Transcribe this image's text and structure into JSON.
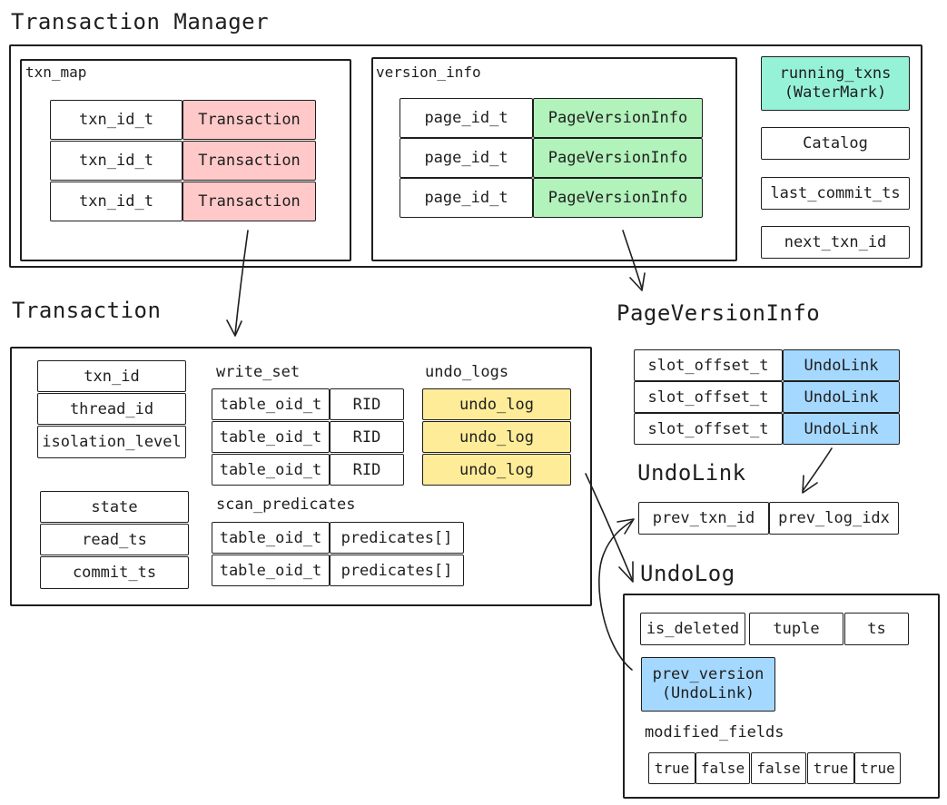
{
  "titles": {
    "transaction_manager": "Transaction Manager",
    "transaction": "Transaction",
    "page_version_info": "PageVersionInfo",
    "undo_link": "UndoLink",
    "undo_log": "UndoLog"
  },
  "txn_map": {
    "label": "txn_map",
    "rows": [
      {
        "key": "txn_id_t",
        "value": "Transaction"
      },
      {
        "key": "txn_id_t",
        "value": "Transaction"
      },
      {
        "key": "txn_id_t",
        "value": "Transaction"
      }
    ]
  },
  "version_info": {
    "label": "version_info",
    "rows": [
      {
        "key": "page_id_t",
        "value": "PageVersionInfo"
      },
      {
        "key": "page_id_t",
        "value": "PageVersionInfo"
      },
      {
        "key": "page_id_t",
        "value": "PageVersionInfo"
      }
    ]
  },
  "manager_fields": {
    "running_txns": "running_txns\n(WaterMark)",
    "catalog": "Catalog",
    "last_commit_ts": "last_commit_ts",
    "next_txn_id": "next_txn_id"
  },
  "transaction": {
    "fields_top": [
      "txn_id",
      "thread_id",
      "isolation_level"
    ],
    "fields_bottom": [
      "state",
      "read_ts",
      "commit_ts"
    ],
    "write_set": {
      "label": "write_set",
      "rows": [
        {
          "key": "table_oid_t",
          "value": "RID"
        },
        {
          "key": "table_oid_t",
          "value": "RID"
        },
        {
          "key": "table_oid_t",
          "value": "RID"
        }
      ]
    },
    "scan_predicates": {
      "label": "scan_predicates",
      "rows": [
        {
          "key": "table_oid_t",
          "value": "predicates[]"
        },
        {
          "key": "table_oid_t",
          "value": "predicates[]"
        }
      ]
    },
    "undo_logs": {
      "label": "undo_logs",
      "items": [
        "undo_log",
        "undo_log",
        "undo_log"
      ]
    }
  },
  "page_version_info": {
    "rows": [
      {
        "key": "slot_offset_t",
        "value": "UndoLink"
      },
      {
        "key": "slot_offset_t",
        "value": "UndoLink"
      },
      {
        "key": "slot_offset_t",
        "value": "UndoLink"
      }
    ]
  },
  "undo_link_fields": [
    "prev_txn_id",
    "prev_log_idx"
  ],
  "undo_log": {
    "fields": [
      "is_deleted",
      "tuple",
      "ts"
    ],
    "prev_version": "prev_version\n(UndoLink)",
    "modified_fields_label": "modified_fields",
    "modified_fields": [
      "true",
      "false",
      "false",
      "true",
      "true"
    ]
  },
  "colors": {
    "transaction_value": "#ffc9c9",
    "page_version_value": "#b2f2bb",
    "undo_link_value": "#a5d8ff",
    "undo_log_item": "#ffec99",
    "running_txns": "#96f2d7",
    "stroke": "#1e1e1e"
  }
}
